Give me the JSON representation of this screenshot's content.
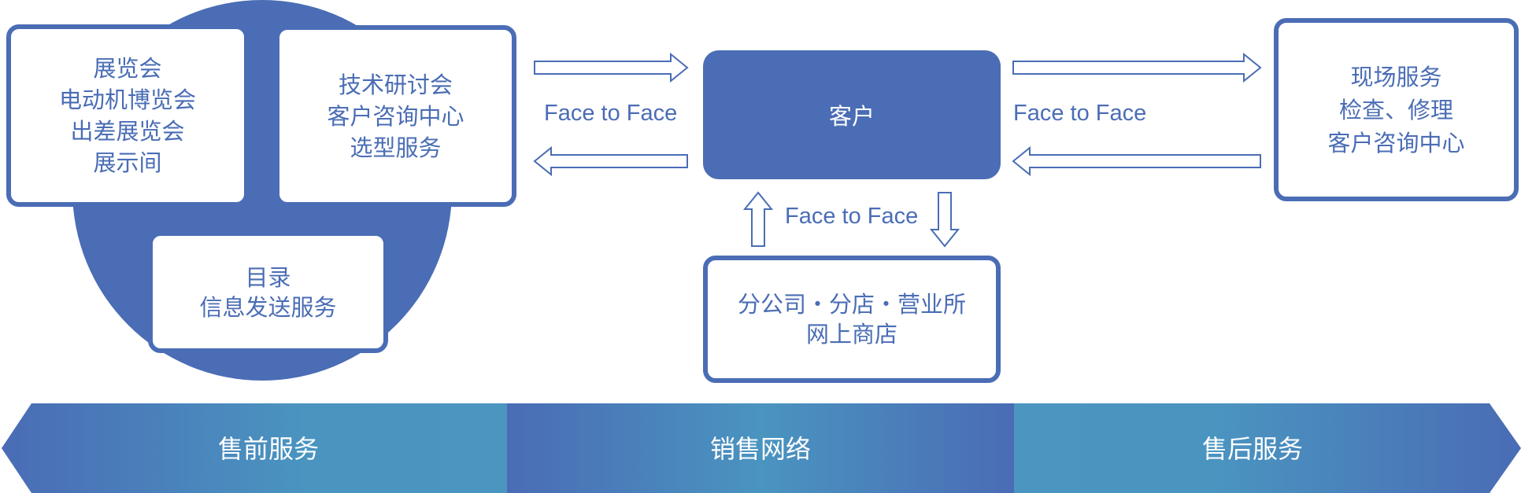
{
  "colors": {
    "primary_blue": "#4a6db5",
    "band_light": "#4a96c0",
    "band_dark": "#4a6fb5",
    "white": "#ffffff"
  },
  "pre_sales": {
    "box_exhibitions": {
      "lines": [
        "展览会",
        "电动机博览会",
        "出差展览会",
        "展示间"
      ]
    },
    "box_technical": {
      "lines": [
        "技术研讨会",
        "客户咨询中心",
        "选型服务"
      ]
    },
    "box_catalog": {
      "lines": [
        "目录",
        "信息发送服务"
      ]
    }
  },
  "customer": {
    "label": "客户"
  },
  "connections": {
    "left_label": "Face to Face",
    "right_label": "Face to Face",
    "bottom_label": "Face to Face"
  },
  "sales_network": {
    "lines": [
      "分公司・分店・营业所",
      "网上商店"
    ]
  },
  "after_sales": {
    "lines": [
      "现场服务",
      "检查、修理",
      "客户咨询中心"
    ]
  },
  "band": {
    "segments": [
      {
        "label": "售前服务"
      },
      {
        "label": "销售网络"
      },
      {
        "label": "售后服务"
      }
    ]
  }
}
